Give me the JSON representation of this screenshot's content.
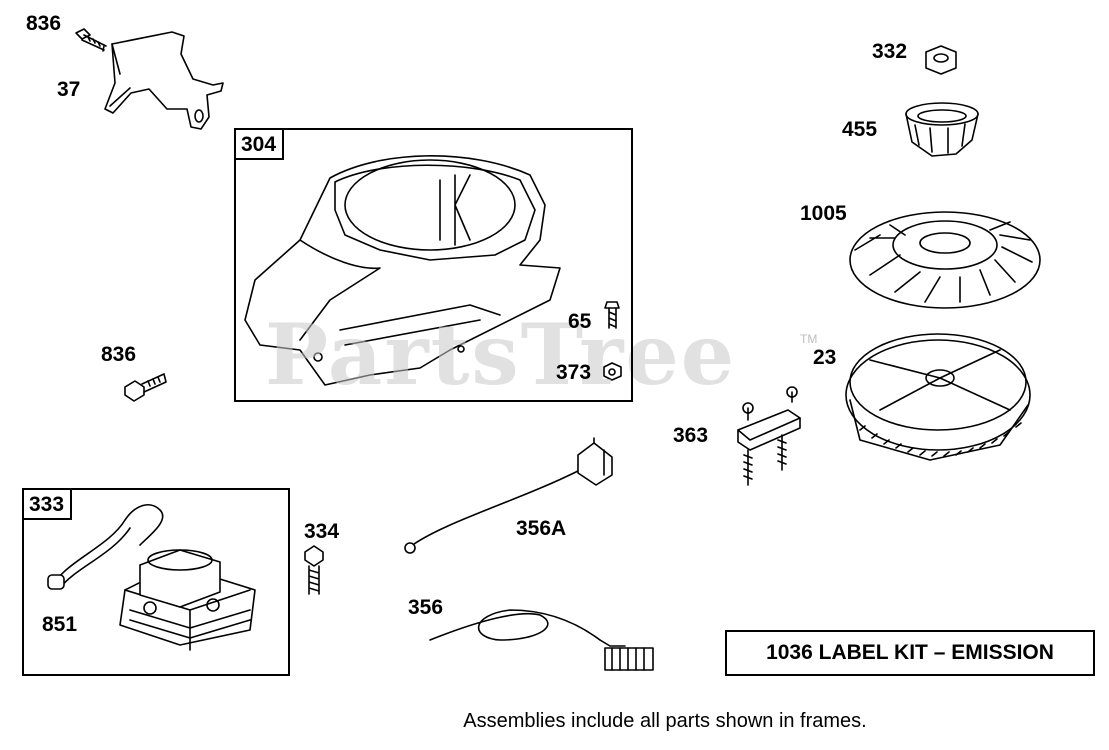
{
  "labels": {
    "p836a": "836",
    "p37": "37",
    "p304": "304",
    "p65": "65",
    "p373": "373",
    "p836b": "836",
    "p332": "332",
    "p455": "455",
    "p1005": "1005",
    "p23": "23",
    "p363": "363",
    "p333": "333",
    "p851": "851",
    "p334": "334",
    "p356A": "356A",
    "p356": "356"
  },
  "kit_label": "1036 LABEL KIT – EMISSION",
  "footnote": "Assemblies include all parts shown in frames.",
  "watermark": "PartsTree",
  "trademark": "TM",
  "colors": {
    "line": "#000000",
    "watermark": "#c9c9c9",
    "background": "#ffffff"
  }
}
